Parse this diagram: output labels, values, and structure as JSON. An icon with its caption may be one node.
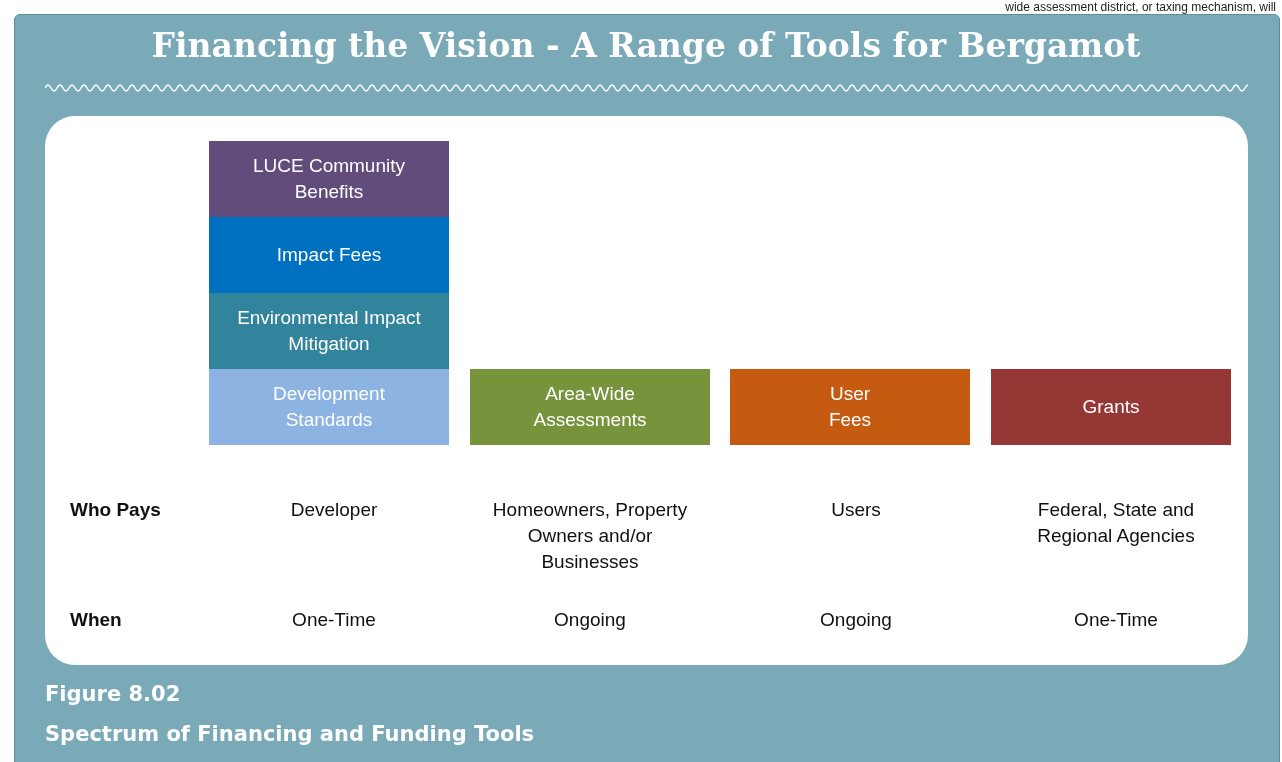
{
  "diagram": {
    "title": "Financing the Vision - A Range of Tools for Bergamot",
    "caption": "Spectrum of Financing and Funding Tools",
    "nodes": [
      {
        "text": [
          "LUCE Community Benefits"
        ]
      },
      {
        "text": [
          "Impact Fees"
        ]
      },
      {
        "text": [
          "Environmental Impact Mitigation"
        ]
      },
      {
        "text": [
          "Development Standards"
        ]
      },
      {
        "text": [
          "Area-Wide Assessments"
        ]
      },
      {
        "text": [
          "User Fees"
        ]
      },
      {
        "text": [
          "Grants"
        ]
      }
    ],
    "labels": [
      "wide assessment district, or taxing mechanism, will",
      "Who Pays",
      "Developer",
      "Homeowners, Property Owners and/or Businesses",
      "Users",
      "Federal, State and Regional Agencies",
      "When",
      "One-Time",
      "Ongoing",
      "Ongoing",
      "One-Time",
      "Figure 8.02"
    ]
  }
}
